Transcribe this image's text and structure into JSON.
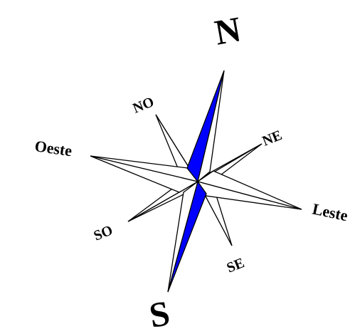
{
  "compass": {
    "labels": {
      "north": "N",
      "south": "S",
      "west": "Oeste",
      "east": "Leste",
      "northwest": "NO",
      "northeast": "NE",
      "southwest": "SO",
      "southeast": "SE"
    },
    "colors": {
      "needle_fill": "#0000ff",
      "outline": "#000000",
      "background": "#ffffff"
    }
  }
}
